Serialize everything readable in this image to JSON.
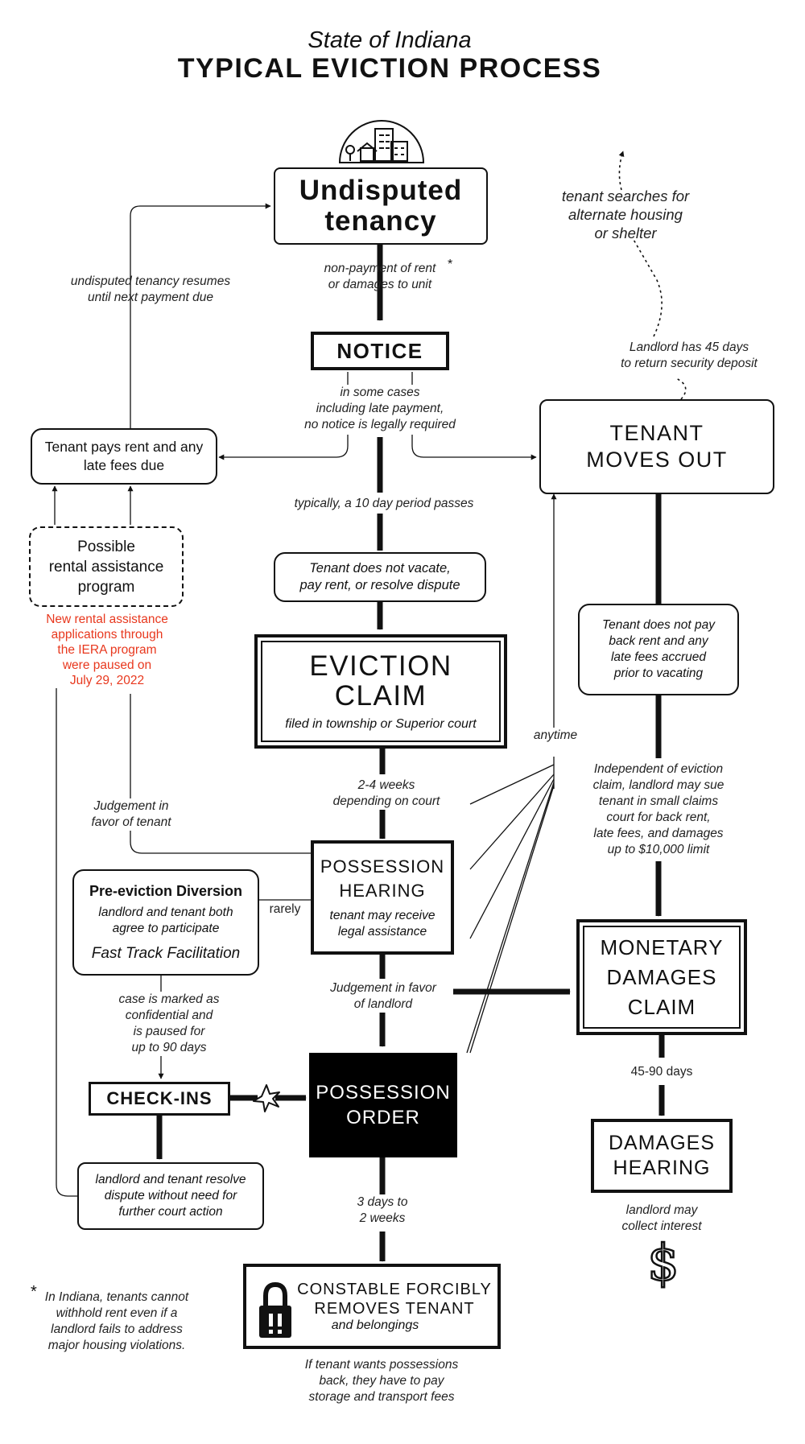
{
  "header": {
    "subtitle": "State of Indiana",
    "title": "TYPICAL EVICTION PROCESS"
  },
  "nodes": {
    "undisputed": "Undisputed\ntenancy",
    "notice": "NOTICE",
    "tenant_pays": "Tenant pays rent and any\nlate fees due",
    "assistance": "Possible\nrental assistance\nprogram",
    "tenant_moves_out": "TENANT\nMOVES OUT",
    "does_not_vacate": "Tenant does not vacate,\npay rent, or resolve dispute",
    "eviction_claim_title": "EVICTION\nCLAIM",
    "eviction_claim_sub": "filed in township or Superior court",
    "does_not_pay_back": "Tenant does not pay\nback rent and any\nlate fees accrued\nprior to vacating",
    "possession_hearing_title": "POSSESSION\nHEARING",
    "possession_hearing_sub": "tenant may receive\nlegal assistance",
    "diversion_title": "Pre-eviction Diversion",
    "diversion_sub": "landlord and tenant both\nagree to participate",
    "diversion_program": "Fast Track Facilitation",
    "monetary_claim": "MONETARY\nDAMAGES\nCLAIM",
    "check_ins": "CHECK-INS",
    "possession_order": "POSSESSION\nORDER",
    "resolve": "landlord and tenant resolve\ndispute without need for\nfurther court action",
    "damages_hearing": "DAMAGES\nHEARING",
    "constable_title": "CONSTABLE FORCIBLY\nREMOVES TENANT",
    "constable_sub": "and belongings"
  },
  "labels": {
    "non_payment": "non-payment of rent\nor damages to unit",
    "asterisk": "*",
    "resumes": "undisputed tenancy resumes\nuntil next payment due",
    "searches": "tenant searches for\nalternate housing\nor shelter",
    "deposit": "Landlord has 45 days\nto return security deposit",
    "no_notice": "in some cases\nincluding late payment,\nno notice is legally required",
    "ten_day": "typically, a 10 day period passes",
    "iera": "New rental assistance\napplications through\nthe IERA program\nwere paused on\nJuly 29, 2022",
    "anytime": "anytime",
    "two_four": "2-4 weeks\ndepending on court",
    "favor_tenant": "Judgement in\nfavor of tenant",
    "small_claims": "Independent of eviction\nclaim, landlord may sue\ntenant in small claims\ncourt for back rent,\nlate fees, and damages\nup to $10,000 limit",
    "rarely": "rarely",
    "favor_landlord": "Judgement in favor\nof landlord",
    "confidential": "case is marked as\nconfidential and\nis paused for\nup to 90 days",
    "forty_five": "45-90 days",
    "three_days": "3 days to\n2 weeks",
    "interest": "landlord may\ncollect interest",
    "dollar": "$",
    "footnote_star": "*",
    "footnote": "In Indiana, tenants cannot\nwithhold rent even if a\nlandlord fails to address\nmajor housing violations.",
    "storage": "If tenant wants possessions\nback, they have to pay\nstorage and transport fees"
  },
  "colors": {
    "ink": "#111111",
    "accent_red": "#e8381e",
    "background": "#ffffff"
  },
  "icons": [
    "buildings-icon",
    "padlock-icon",
    "dollar-icon",
    "spark-icon"
  ]
}
